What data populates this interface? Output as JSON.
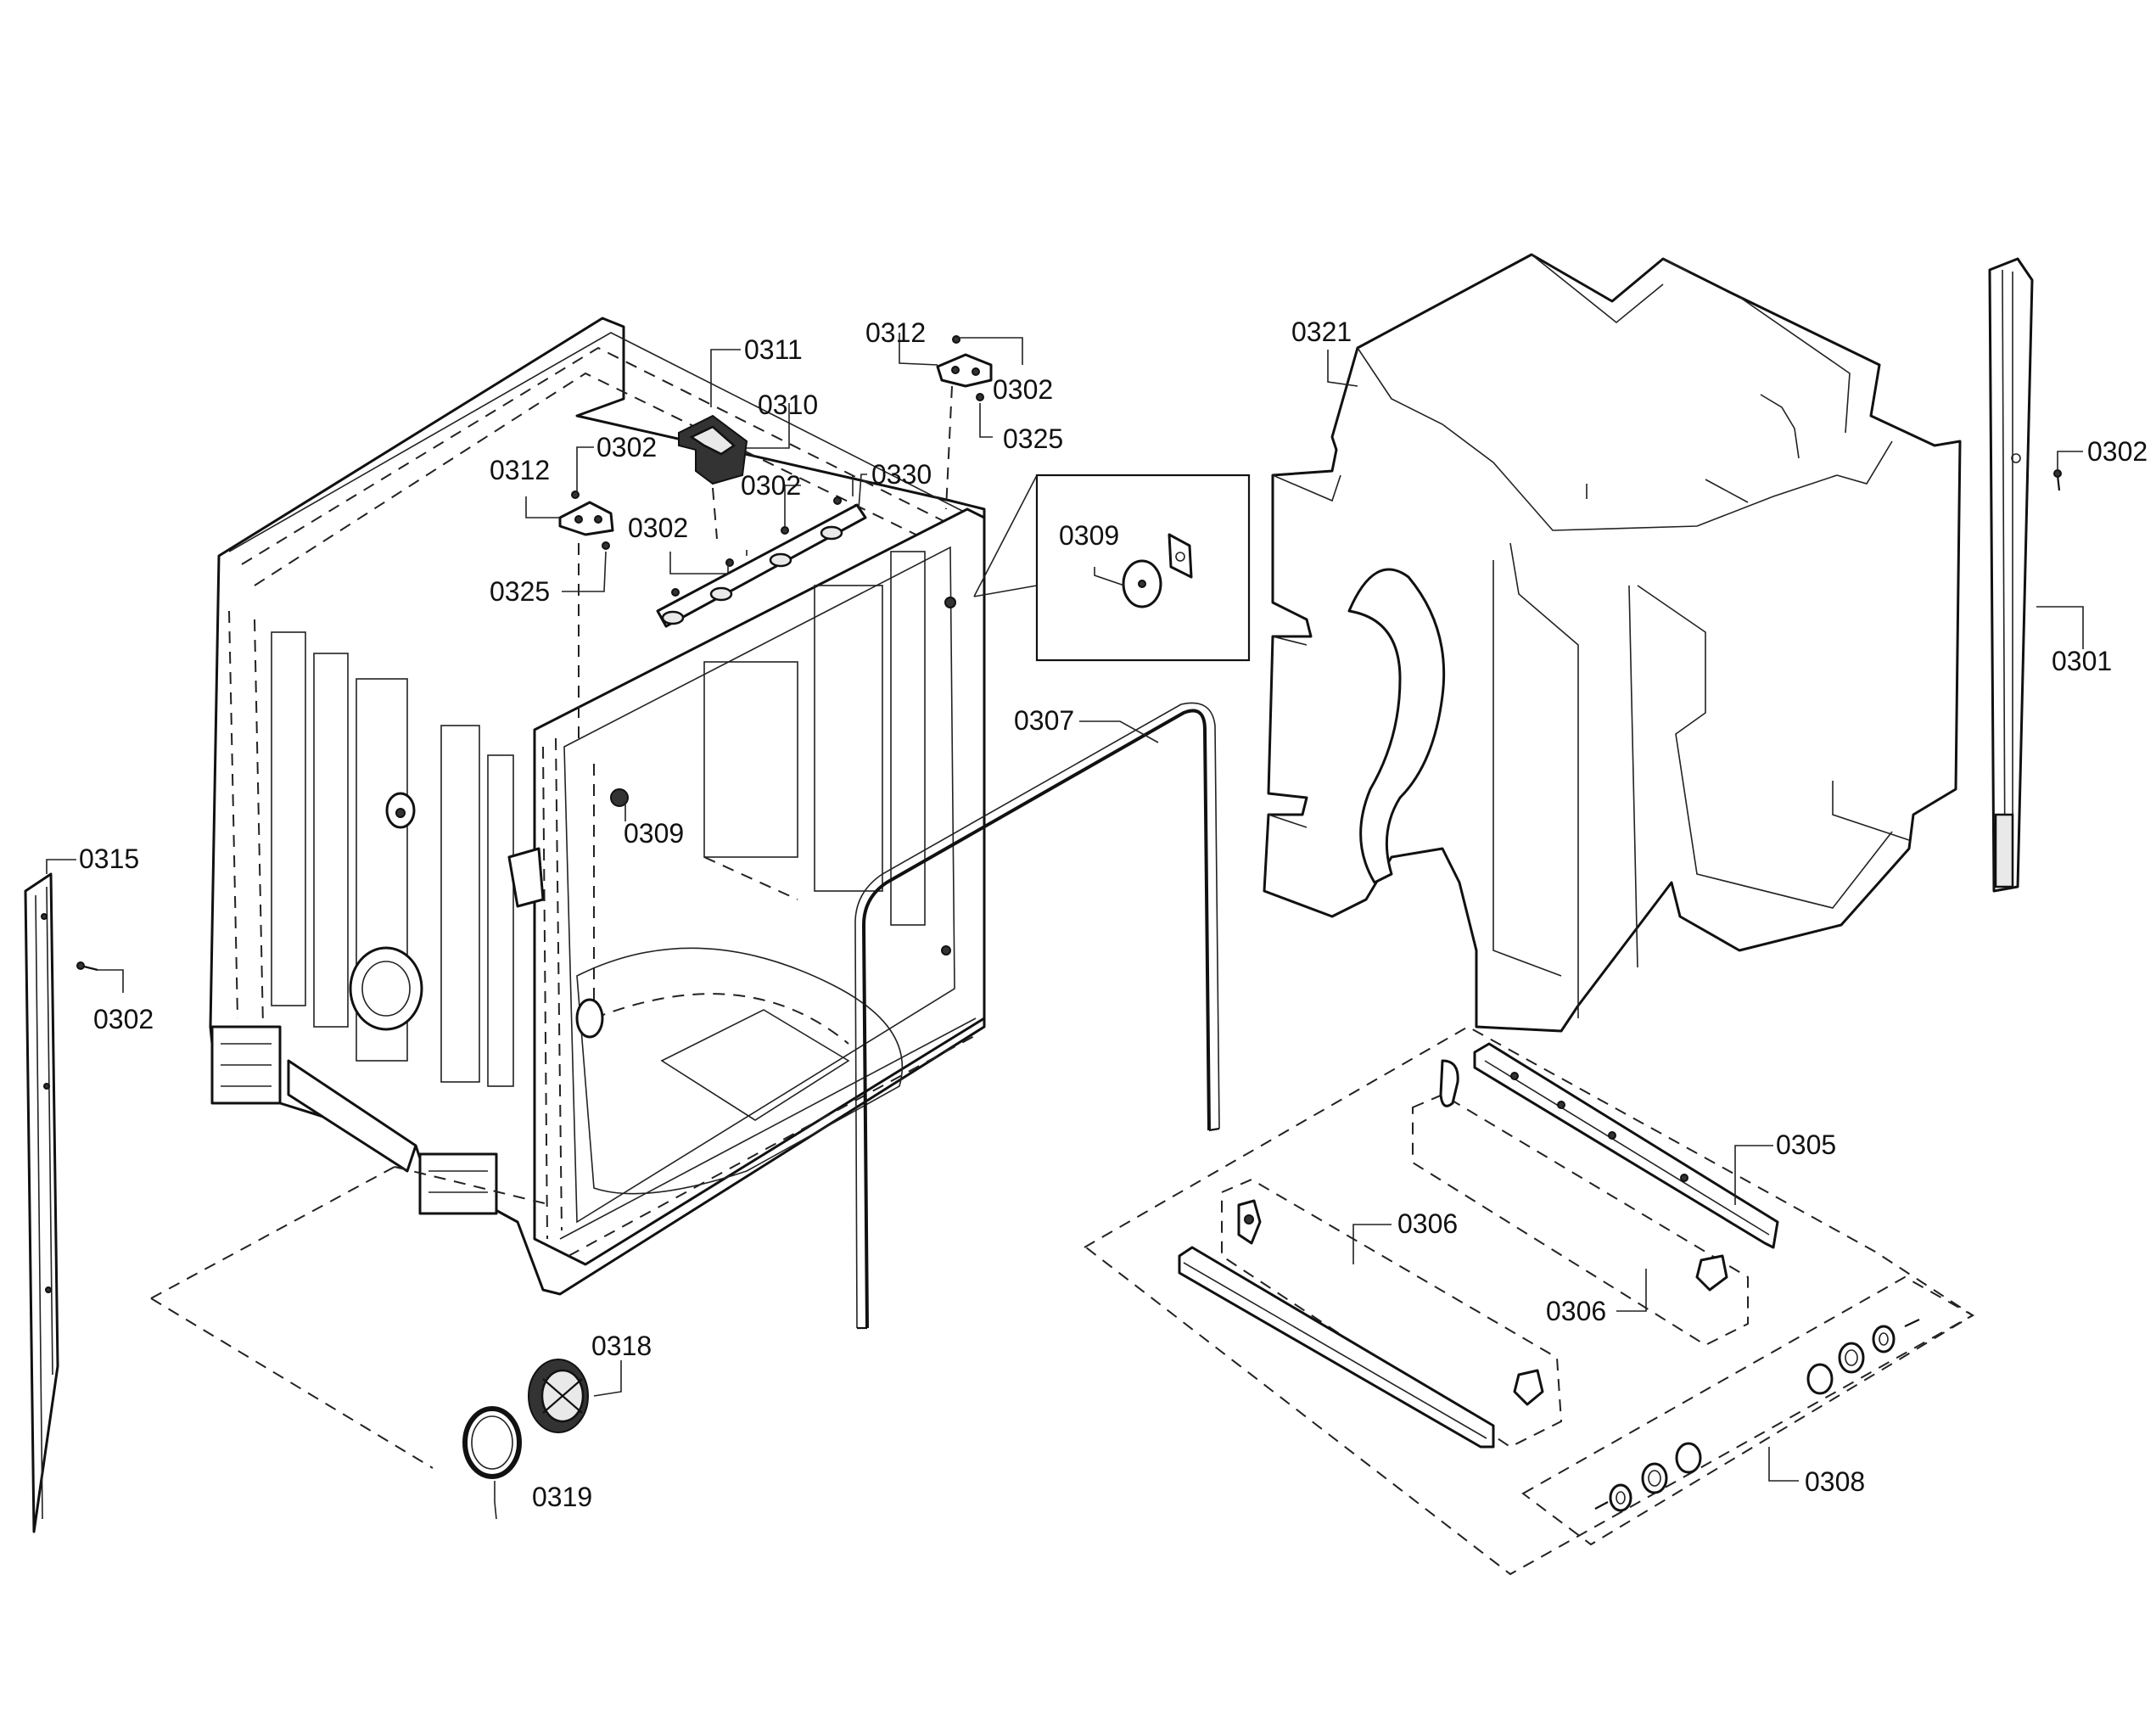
{
  "labels": {
    "l0301": "0301",
    "l0302_a": "0302",
    "l0302_b": "0302",
    "l0302_c": "0302",
    "l0302_d": "0302",
    "l0302_e": "0302",
    "l0302_f": "0302",
    "l0305": "0305",
    "l0306_a": "0306",
    "l0306_b": "0306",
    "l0307": "0307",
    "l0308": "0308",
    "l0309_a": "0309",
    "l0309_b": "0309",
    "l0310": "0310",
    "l0311": "0311",
    "l0312_a": "0312",
    "l0312_b": "0312",
    "l0315": "0315",
    "l0318": "0318",
    "l0319": "0319",
    "l0321": "0321",
    "l0325_a": "0325",
    "l0325_b": "0325",
    "l0330": "0330"
  }
}
